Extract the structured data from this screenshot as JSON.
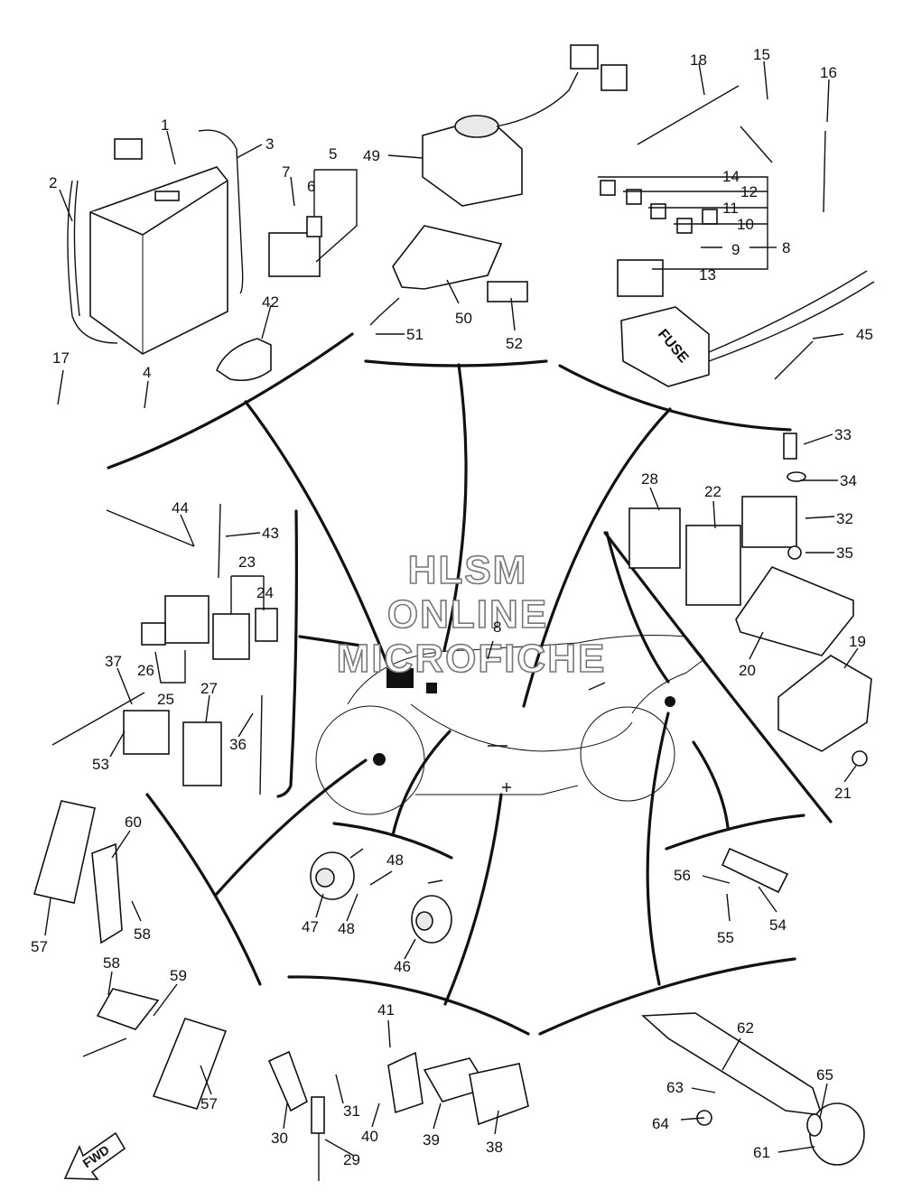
{
  "watermark": {
    "line1": "HLSM",
    "line2": "ONLINE",
    "line3": "MICROFICHE"
  },
  "fwd_arrow_label": "FWD",
  "fuse_box_label": "FUSE",
  "callouts": [
    "1",
    "2",
    "3",
    "4",
    "5",
    "6",
    "7",
    "8",
    "9",
    "10",
    "11",
    "12",
    "13",
    "14",
    "15",
    "16",
    "17",
    "18",
    "19",
    "20",
    "21",
    "22",
    "23",
    "24",
    "25",
    "26",
    "27",
    "28",
    "29",
    "30",
    "31",
    "32",
    "33",
    "34",
    "35",
    "36",
    "37",
    "38",
    "39",
    "40",
    "41",
    "42",
    "43",
    "44",
    "45",
    "46",
    "47",
    "48",
    "48",
    "49",
    "50",
    "51",
    "52",
    "53",
    "54",
    "55",
    "56",
    "57",
    "57",
    "58",
    "58",
    "59",
    "60",
    "61",
    "62",
    "63",
    "64",
    "65",
    "8"
  ],
  "icons": [
    "fwd-arrow-icon",
    "battery-icon",
    "fuse-box-icon",
    "horn-icon",
    "relay-icon",
    "reflector-icon",
    "motorcycle-outline-icon"
  ]
}
